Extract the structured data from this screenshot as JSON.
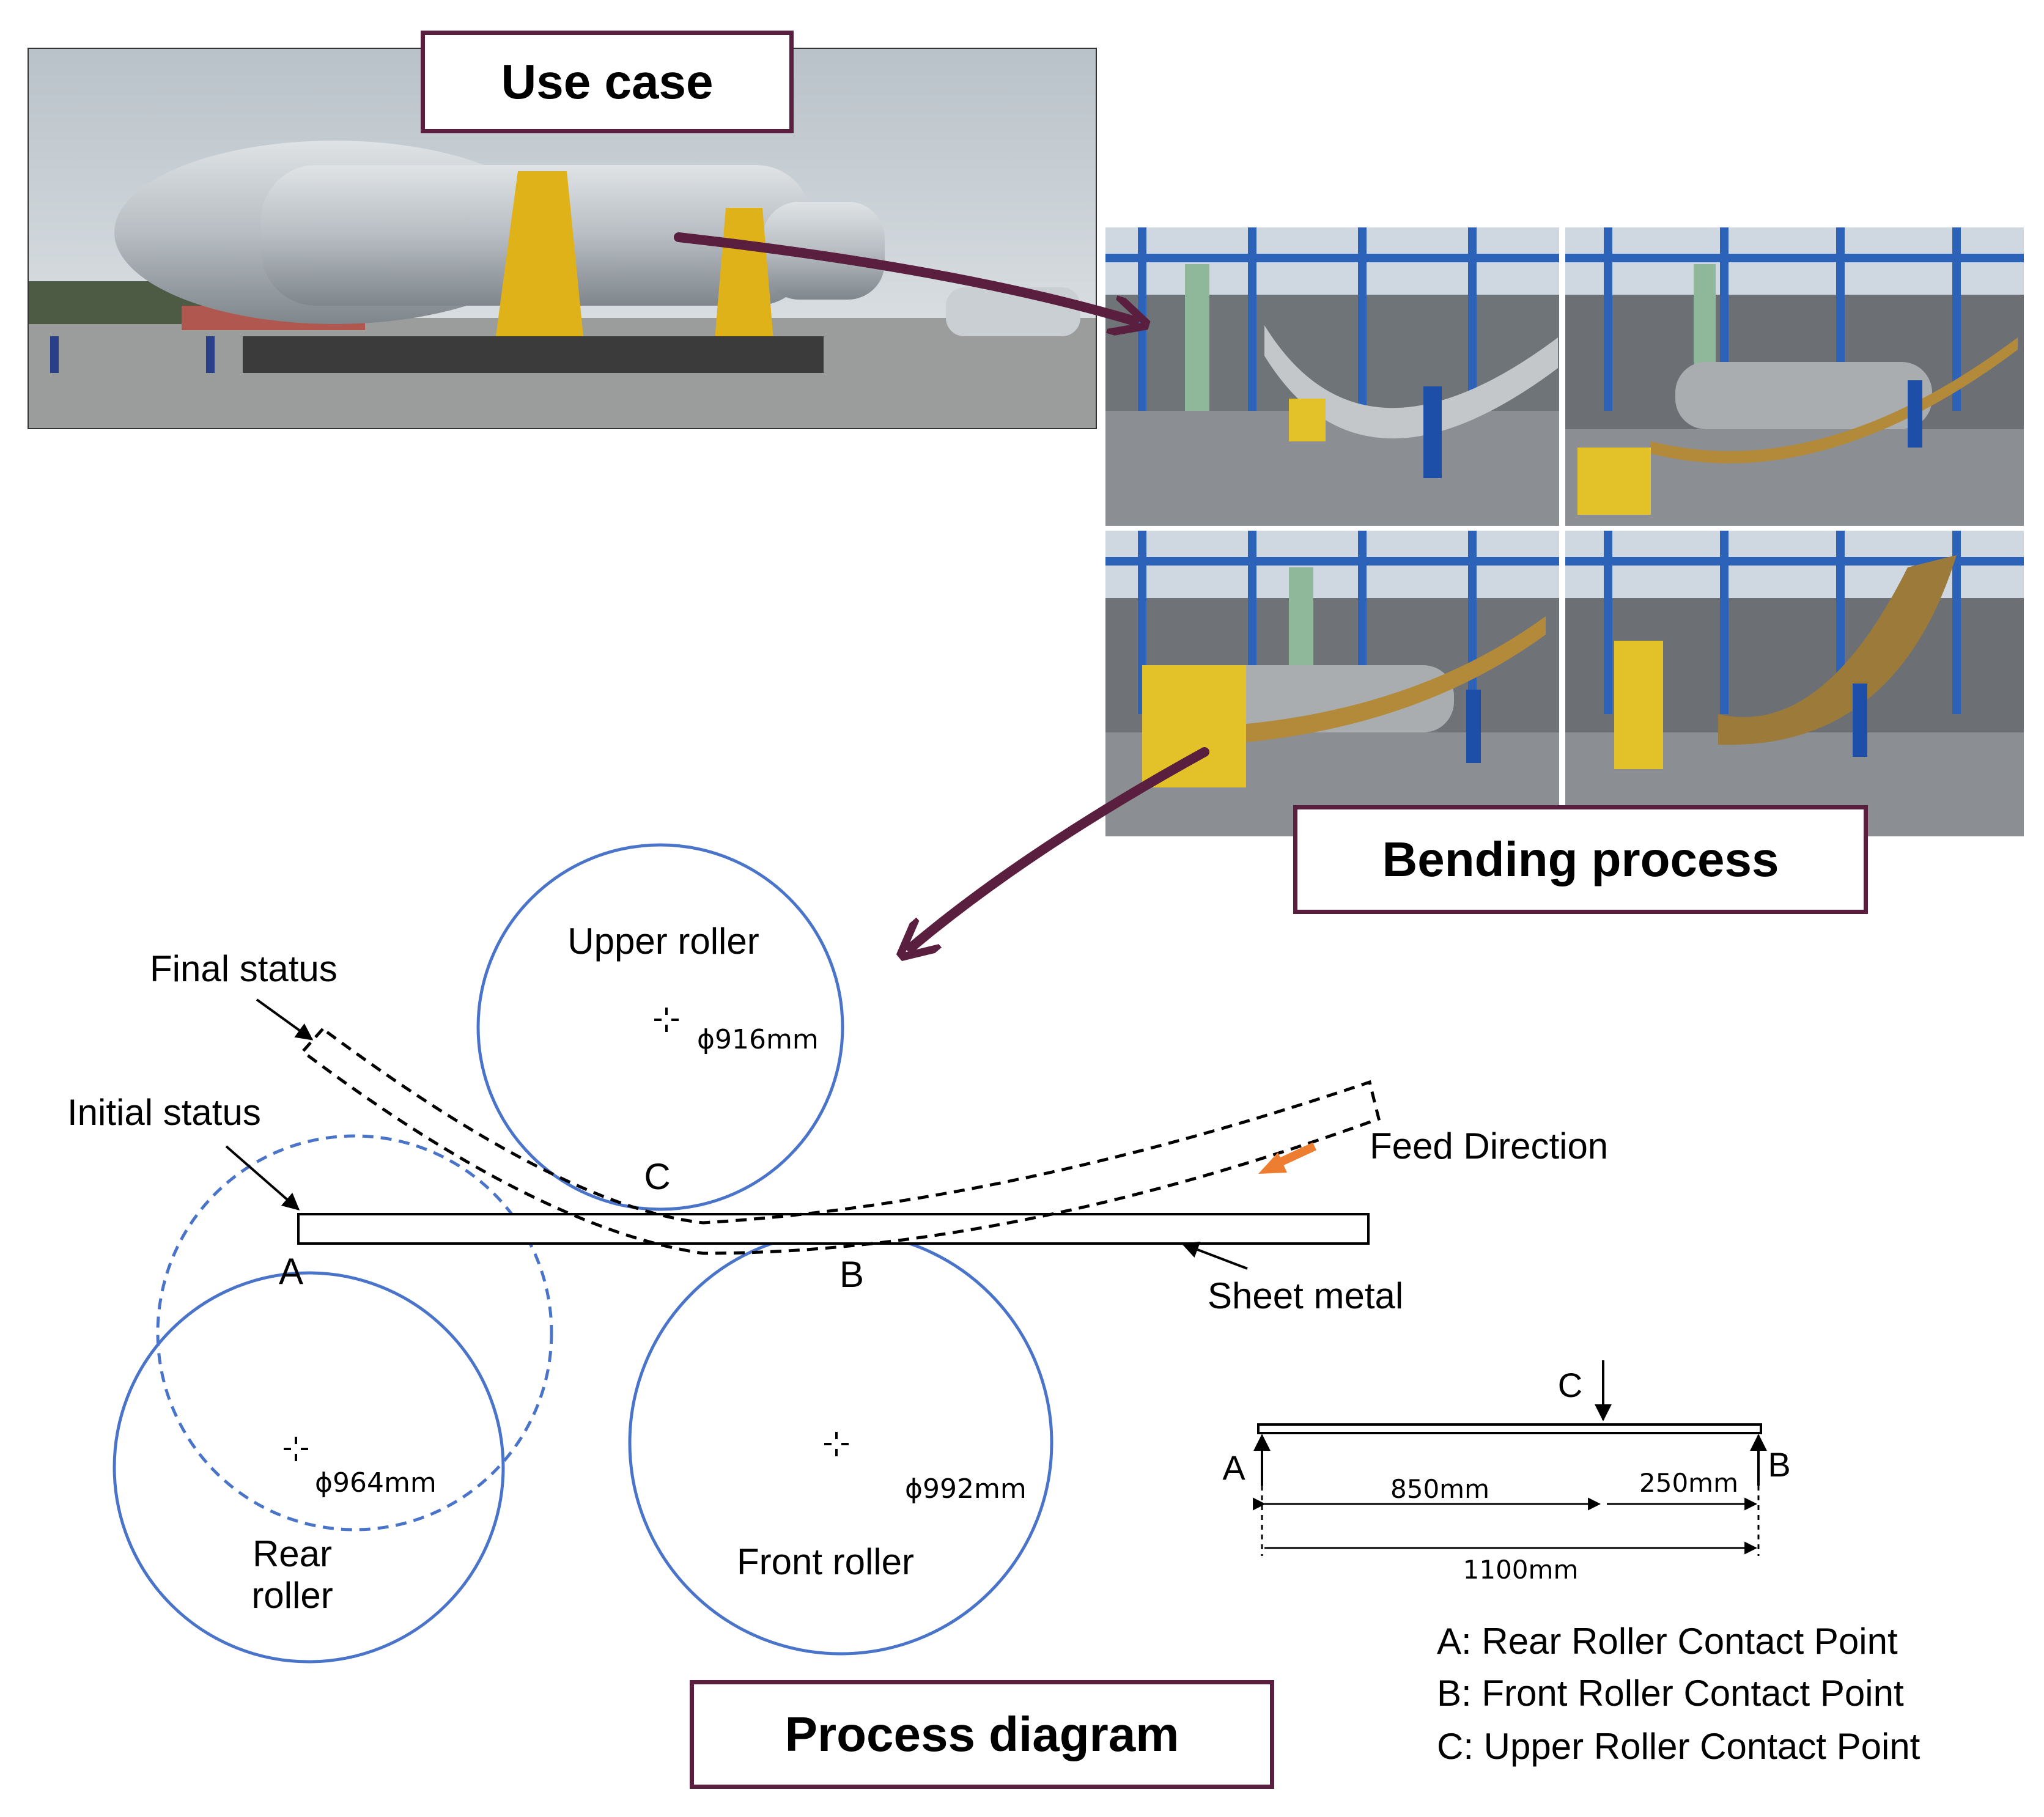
{
  "titles": {
    "use_case": "Use case",
    "bending_process": "Bending process",
    "process_diagram": "Process diagram"
  },
  "colors": {
    "title_border": "#5a1f3f",
    "arrow": "#5a1f3f",
    "roller": "#4a74c9",
    "feed_arrow": "#ed7d31"
  },
  "diagram": {
    "upper_roller_label": "Upper roller",
    "upper_roller_diameter": "ϕ916mm",
    "rear_roller_label_line1": "Rear",
    "rear_roller_label_line2": "roller",
    "rear_roller_diameter": "ϕ964mm",
    "front_roller_label": "Front roller",
    "front_roller_diameter": "ϕ992mm",
    "final_status": "Final status",
    "initial_status": "Initial status",
    "feed_direction": "Feed Direction",
    "sheet_metal": "Sheet metal",
    "point_a": "A",
    "point_b": "B",
    "point_c": "C"
  },
  "beam": {
    "label_c": "C",
    "label_a": "A",
    "label_b": "B",
    "dim_850": "850mm",
    "dim_250": "250mm",
    "dim_1100": "1100mm"
  },
  "legend": {
    "a": "A: Rear Roller Contact Point",
    "b": "B: Front Roller Contact Point",
    "c": "C: Upper Roller Contact Point"
  }
}
